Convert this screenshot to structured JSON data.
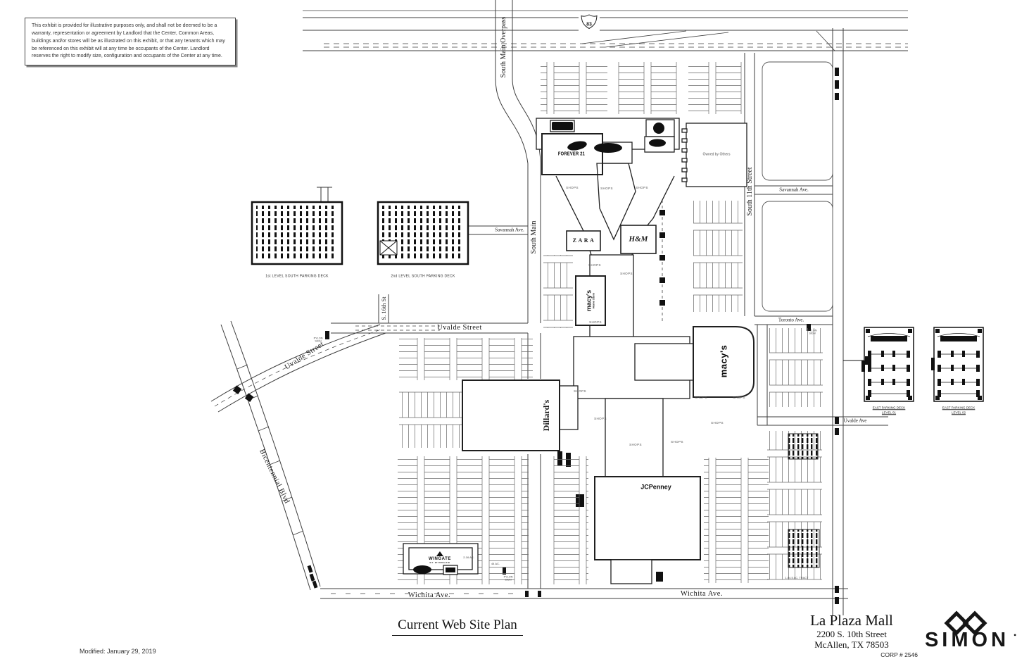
{
  "disclaimer": {
    "text": "This exhibit is provided for illustrative purposes only, and shall not be deemed to be a warranty, representation or agreement by Landlord that the Center, Common Areas, buildings and/or stores will be as illustrated on this exhibit, or that any tenants which may be referenced on this exhibit will at any time be occupants of the Center.  Landlord reserves the right to modify size, configuration and occupants of the Center at any time."
  },
  "highway": {
    "route_shield": "83"
  },
  "streets": {
    "south_main_overpass": "South Main Overpass",
    "south_main": "South Main",
    "south_11th": "South 11th Street",
    "sixteenth": "S. 16th St",
    "uvalde_street": "Uvalde Street",
    "uvalde_ave": "Uvalde Ave",
    "savannah": "Savannah Ave.",
    "toronto": "Toronto Ave.",
    "bicentennial": "Bicentennial Blvd",
    "wichita": "Wichita Ave."
  },
  "stores": {
    "forever21": "FOREVER 21",
    "zara": "ZARA",
    "hm": "H&M",
    "macys": "macy's",
    "macys_home_sub": "Home Store",
    "dillards": "Dillard's",
    "jcpenney": "JCPenney",
    "wingate": "WINGATE",
    "wingate_sub": "BY WYNDHAM",
    "owned_by_others": "Owned by Others"
  },
  "labels": {
    "shops": "SHOPS",
    "south_deck_1": "1st LEVEL SOUTH PARKING DECK",
    "south_deck_2": "2nd LEVEL SOUTH PARKING DECK",
    "east_deck": "EAST PARKING DECK",
    "level_01": "LEVEL 01",
    "level_02": "LEVEL 02",
    "pylon": "PYLON SIGN",
    "ac_a": "2-16 AC.",
    "ac_b": "44 AC.",
    "tract": "1-94.5 AC. TRACT"
  },
  "footer": {
    "plan_title": "Current Web Site Plan",
    "modified": "Modified:  January 29, 2019",
    "mall_name": "La Plaza Mall",
    "address_line1": "2200 S. 10th Street",
    "address_line2": "McAllen, TX 78503",
    "corp": "CORP #  2546"
  },
  "brand": {
    "name": "SIMON",
    "dot": "•"
  },
  "icons": {
    "simon_logo": "double-diamond-infinity",
    "wingate_logo": "triangle-peak",
    "route_shield": "us-highway-shield"
  }
}
